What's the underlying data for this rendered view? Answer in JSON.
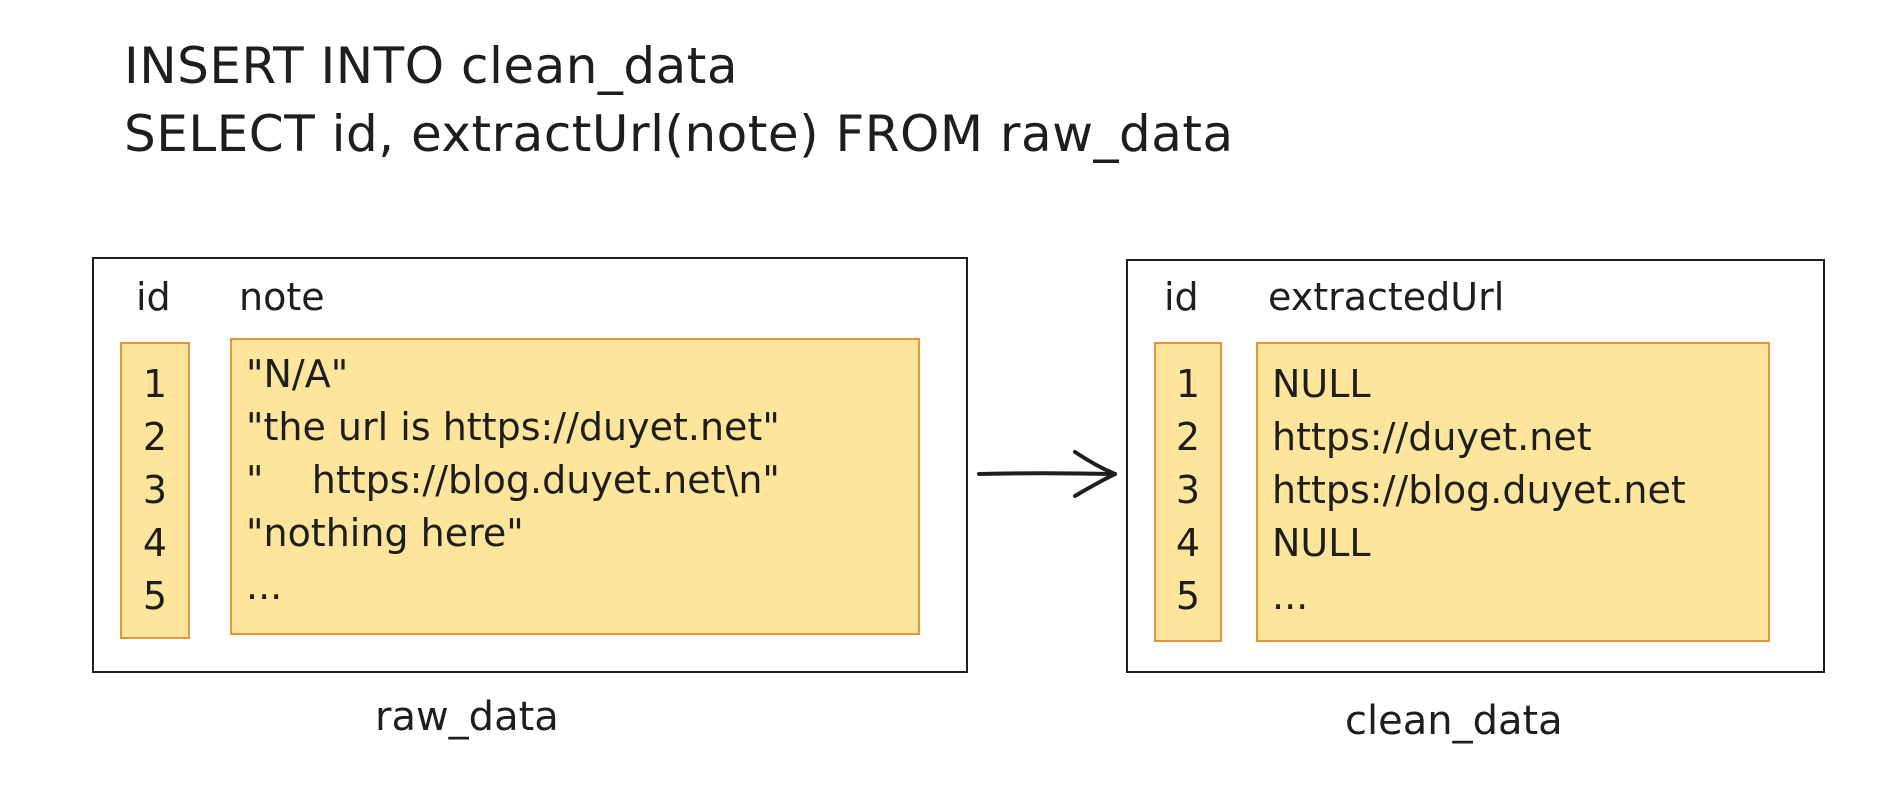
{
  "sql": {
    "line1": "INSERT INTO clean_data",
    "line2": "SELECT id, extractUrl(note) FROM raw_data"
  },
  "raw_data_table": {
    "caption": "raw_data",
    "headers": {
      "id": "id",
      "note": "note"
    },
    "ids": [
      "1",
      "2",
      "3",
      "4",
      "5"
    ],
    "notes": [
      "\"N/A\"",
      "\"the url is https://duyet.net\"",
      "\"    https://blog.duyet.net\\n\"",
      "\"nothing here\"",
      "..."
    ]
  },
  "clean_data_table": {
    "caption": "clean_data",
    "headers": {
      "id": "id",
      "extractedUrl": "extractedUrl"
    },
    "ids": [
      "1",
      "2",
      "3",
      "4",
      "5"
    ],
    "extracted_urls": [
      "NULL",
      "https://duyet.net",
      "https://blog.duyet.net",
      "NULL",
      "..."
    ]
  },
  "colors": {
    "column_fill": "#fde59c",
    "column_stroke": "#e3963a",
    "ink": "#1e1e1e"
  }
}
